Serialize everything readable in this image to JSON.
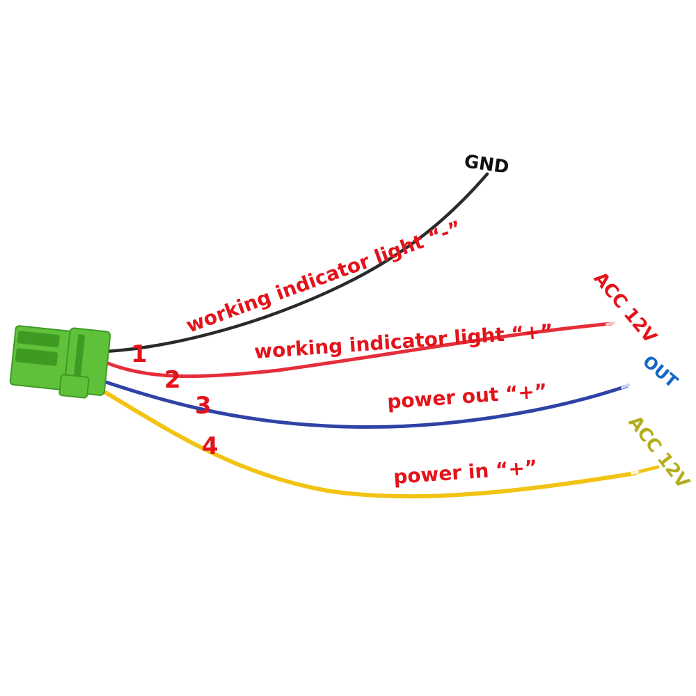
{
  "colors": {
    "connector": "#5fc13a",
    "connector_dark": "#3f9a24",
    "black_wire": "#2a2a2a",
    "red_wire": "#e62d3a",
    "blue_wire": "#2f43a6",
    "yellow_wire": "#f2c313",
    "label_red": "#e3131b",
    "label_black": "#111111",
    "label_blue": "#1567c6",
    "label_olive": "#b3ad1d"
  },
  "pins": [
    {
      "number": "1",
      "wire": "black"
    },
    {
      "number": "2",
      "wire": "red"
    },
    {
      "number": "3",
      "wire": "blue"
    },
    {
      "number": "4",
      "wire": "yellow"
    }
  ],
  "wires": [
    {
      "id": "black",
      "function": "working indicator light “-”",
      "end_label": "GND"
    },
    {
      "id": "red",
      "function": "working indicator light “+”",
      "end_label": "ACC 12V"
    },
    {
      "id": "blue",
      "function": "power out “+”",
      "end_label": "OUT"
    },
    {
      "id": "yellow",
      "function": "power in “+”",
      "end_label": "ACC 12V"
    }
  ],
  "connector_icon": "green-4-pin-connector"
}
